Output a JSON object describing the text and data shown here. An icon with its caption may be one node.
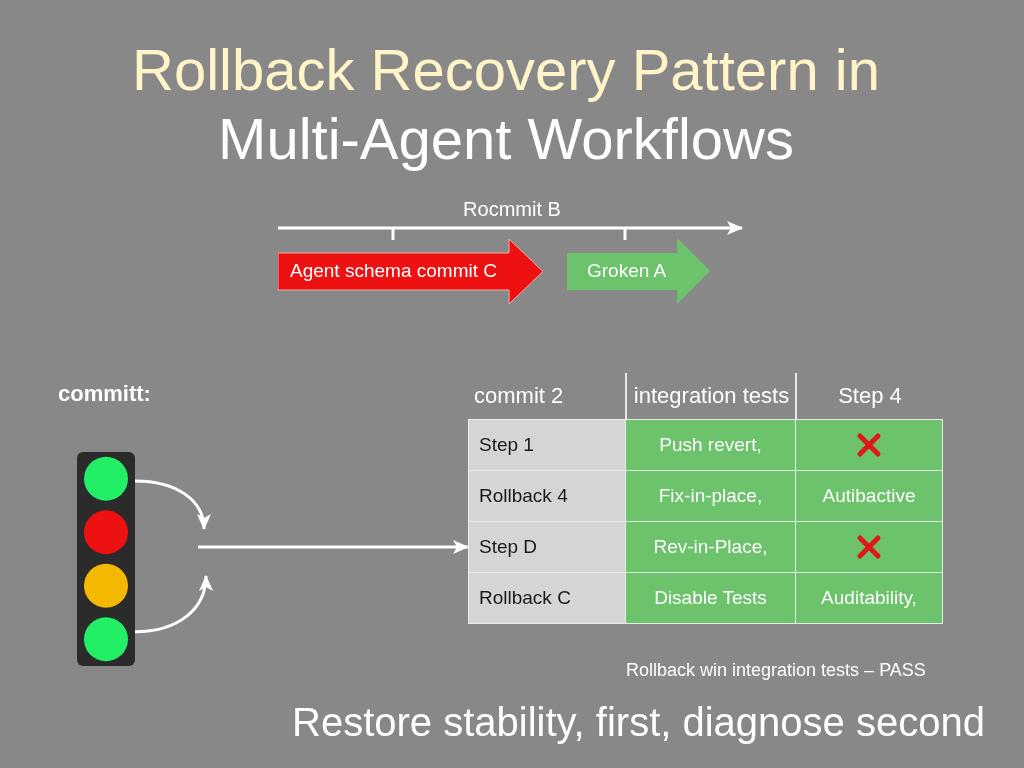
{
  "diagram": {
    "title": "Rollback Recovery Pattern in Multi-Agent Workflows",
    "caption": "Restore stability, first, diagnose second",
    "nodes": [
      {
        "text": [
          "Agent schema commit C"
        ]
      },
      {
        "text": [
          "Groken A"
        ]
      },
      {
        "text": [],
        "shape": "picture"
      },
      {
        "text": [
          "Step D"
        ]
      }
    ],
    "edges": [
      {
        "from": 2,
        "to": null,
        "arrow": "to"
      },
      {
        "from": 2,
        "to": null,
        "arrow": "to"
      },
      {
        "from": null,
        "to": 3,
        "arrow": "to"
      }
    ],
    "labels": [
      "Rocmmit B",
      "committ:",
      "commit 2",
      "integration tests",
      "Step 4",
      "Step 1",
      "Push revert,",
      "Rollback 4",
      "Fix-in-place,",
      "Autibactive",
      "Rev-in-Place,",
      "Rollback C",
      "Disable Tests",
      "Auditability,",
      "Rollback win integration tests – PASS"
    ]
  }
}
